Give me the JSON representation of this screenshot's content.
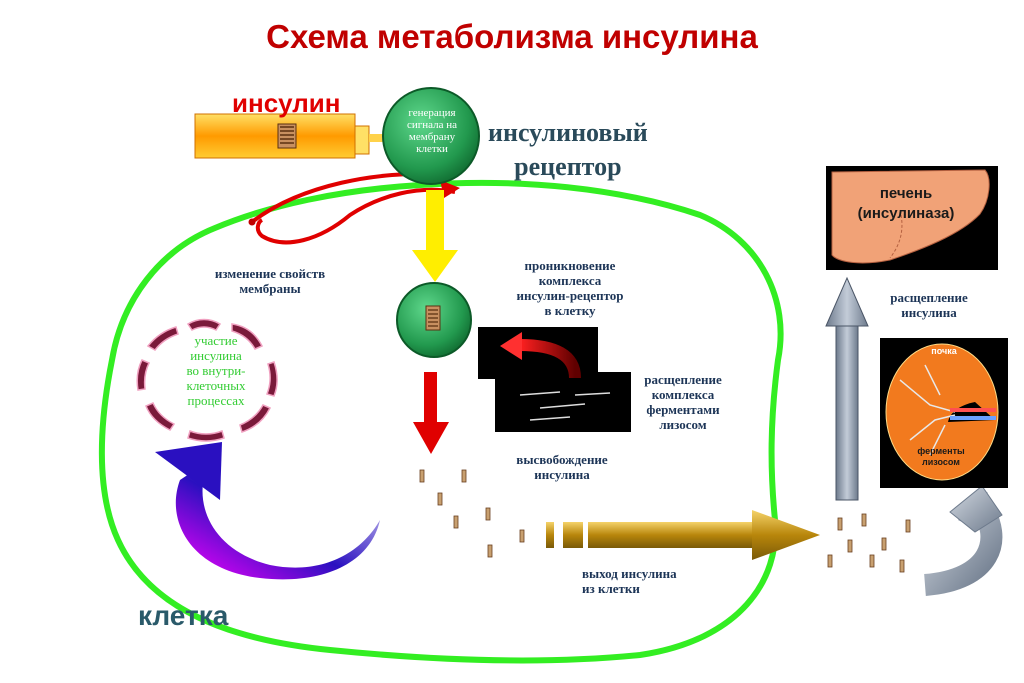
{
  "title": "Схема метаболизма инсулина",
  "labels": {
    "insulin": "инсулин",
    "receptor_line1": "инсулиновый",
    "receptor_line2": "рецептор",
    "receptor_signal": [
      "генерация",
      "сигнала на",
      "мембрану",
      "клетки"
    ],
    "membrane_change": [
      "изменение свойств",
      "мембраны"
    ],
    "participation": [
      "участие",
      "инсулина",
      "во внутри-",
      "клеточных",
      "процессах"
    ],
    "penetration": [
      "проникновение",
      "комплекса",
      "инсулин-рецептор",
      "в клетку"
    ],
    "complex_split": [
      "расщепление",
      "комплекса",
      "ферментами",
      "лизосом"
    ],
    "release": [
      "высвобождение",
      "инсулина"
    ],
    "exit": [
      "выход инсулина",
      "из клетки"
    ],
    "insulin_split": [
      "расщепление",
      "инсулина"
    ],
    "cell": "клетка",
    "liver": [
      "печень",
      "(инсулиназа)"
    ],
    "kidney": [
      "почка",
      "ферменты",
      "лизосом"
    ]
  },
  "colors": {
    "title": "#c00000",
    "membrane": "#33ee22",
    "signal_arrow": "#e00000",
    "down_arrow_yellow": "#ffee00",
    "down_arrow_red": "#e00000",
    "receptor": "#2aa05a",
    "exit_arrow": "#c8960a",
    "grey_arrow": "#8a96a8"
  }
}
